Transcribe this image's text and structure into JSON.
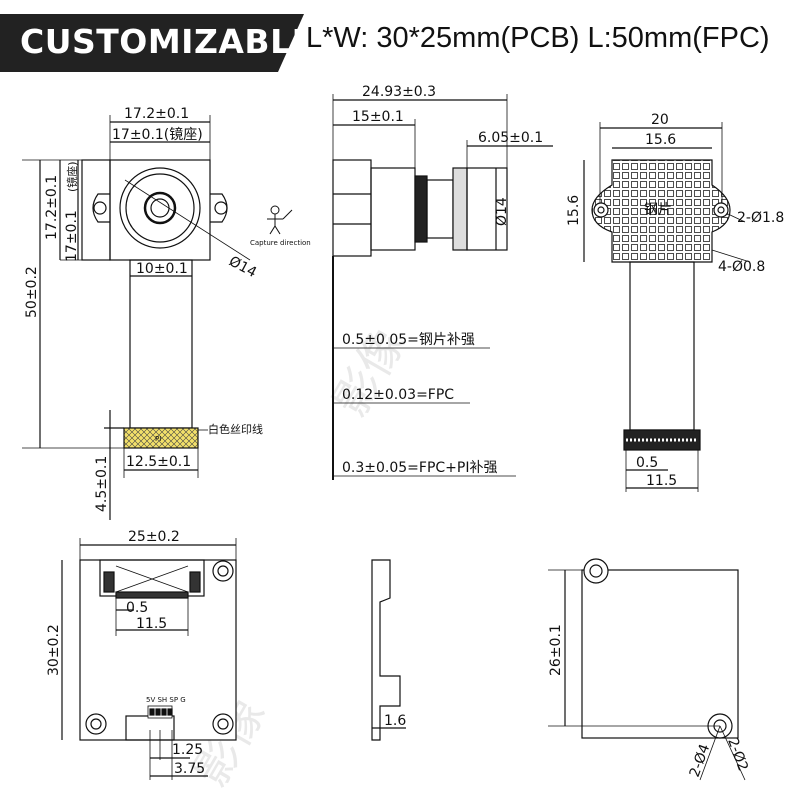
{
  "header": {
    "badge": "CUSTOMIZABLE",
    "spec": "L*W: 30*25mm(PCB)   L:50mm(FPC)"
  },
  "front_view": {
    "dim_width": "17.2±0.1",
    "dim_mount": "17±0.1(镜座)",
    "dim_height_outer": "17.2±0.1",
    "dim_height_inner": "17±0.1",
    "dim_mount_vertical": "(镜座)",
    "dim_total_length": "50±0.2",
    "dim_fpc_width": "10±0.1",
    "dim_lens_dia": "Ø14",
    "dim_connector_width": "12.5±0.1",
    "dim_connector_length": "4.5±0.1",
    "capture_label": "Capture direction",
    "silkscreen_label": "白色丝印线",
    "pin_label": "PI"
  },
  "side_view": {
    "dim_total": "24.93±0.3",
    "dim_barrel": "15±0.1",
    "dim_lens": "6.05±0.1",
    "dim_dia": "Ø14",
    "note_steel": "0.5±0.05=钢片补强",
    "note_fpc": "0.12±0.03=FPC",
    "note_pi": "0.3±0.05=FPC+PI补强"
  },
  "back_view": {
    "dim_width": "20",
    "dim_inner": "15.6",
    "dim_height": "15.6",
    "steel_label": "钢片",
    "holes_large": "2-Ø1.8",
    "holes_small": "4-Ø0.8",
    "pitch": "0.5",
    "connector_width": "11.5"
  },
  "pcb_front": {
    "dim_width": "25±0.2",
    "dim_height": "30±0.2",
    "pitch": "0.5",
    "connector_width": "11.5",
    "pin_label": "5V SH SP G",
    "dim_pin_pitch": "1.25",
    "dim_pin_span": "3.75"
  },
  "pcb_side": {
    "dim_thickness": "1.6"
  },
  "pcb_back": {
    "dim_height": "26±0.1",
    "hole_a": "2-Ø4",
    "hole_b": "2-Ø2"
  },
  "watermark": "影像"
}
